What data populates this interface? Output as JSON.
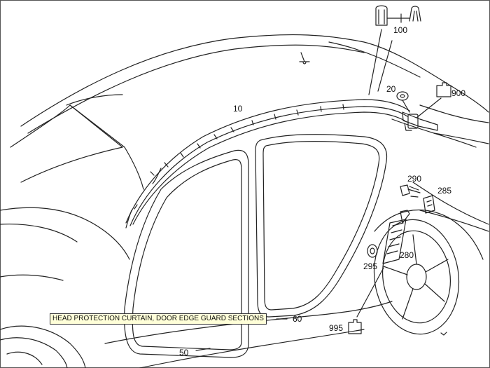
{
  "caption": "HEAD PROTECTION CURTAIN, DOOR EDGE GUARD SECTIONS",
  "callouts": {
    "c10": "10",
    "c20": "20",
    "c50": "50",
    "c60": "60",
    "c100": "100",
    "c280": "280",
    "c285": "285",
    "c290": "290",
    "c295": "295",
    "c900": "900",
    "c995": "995"
  },
  "colors": {
    "line": "#222222",
    "caption_bg": "#ffffd8"
  }
}
